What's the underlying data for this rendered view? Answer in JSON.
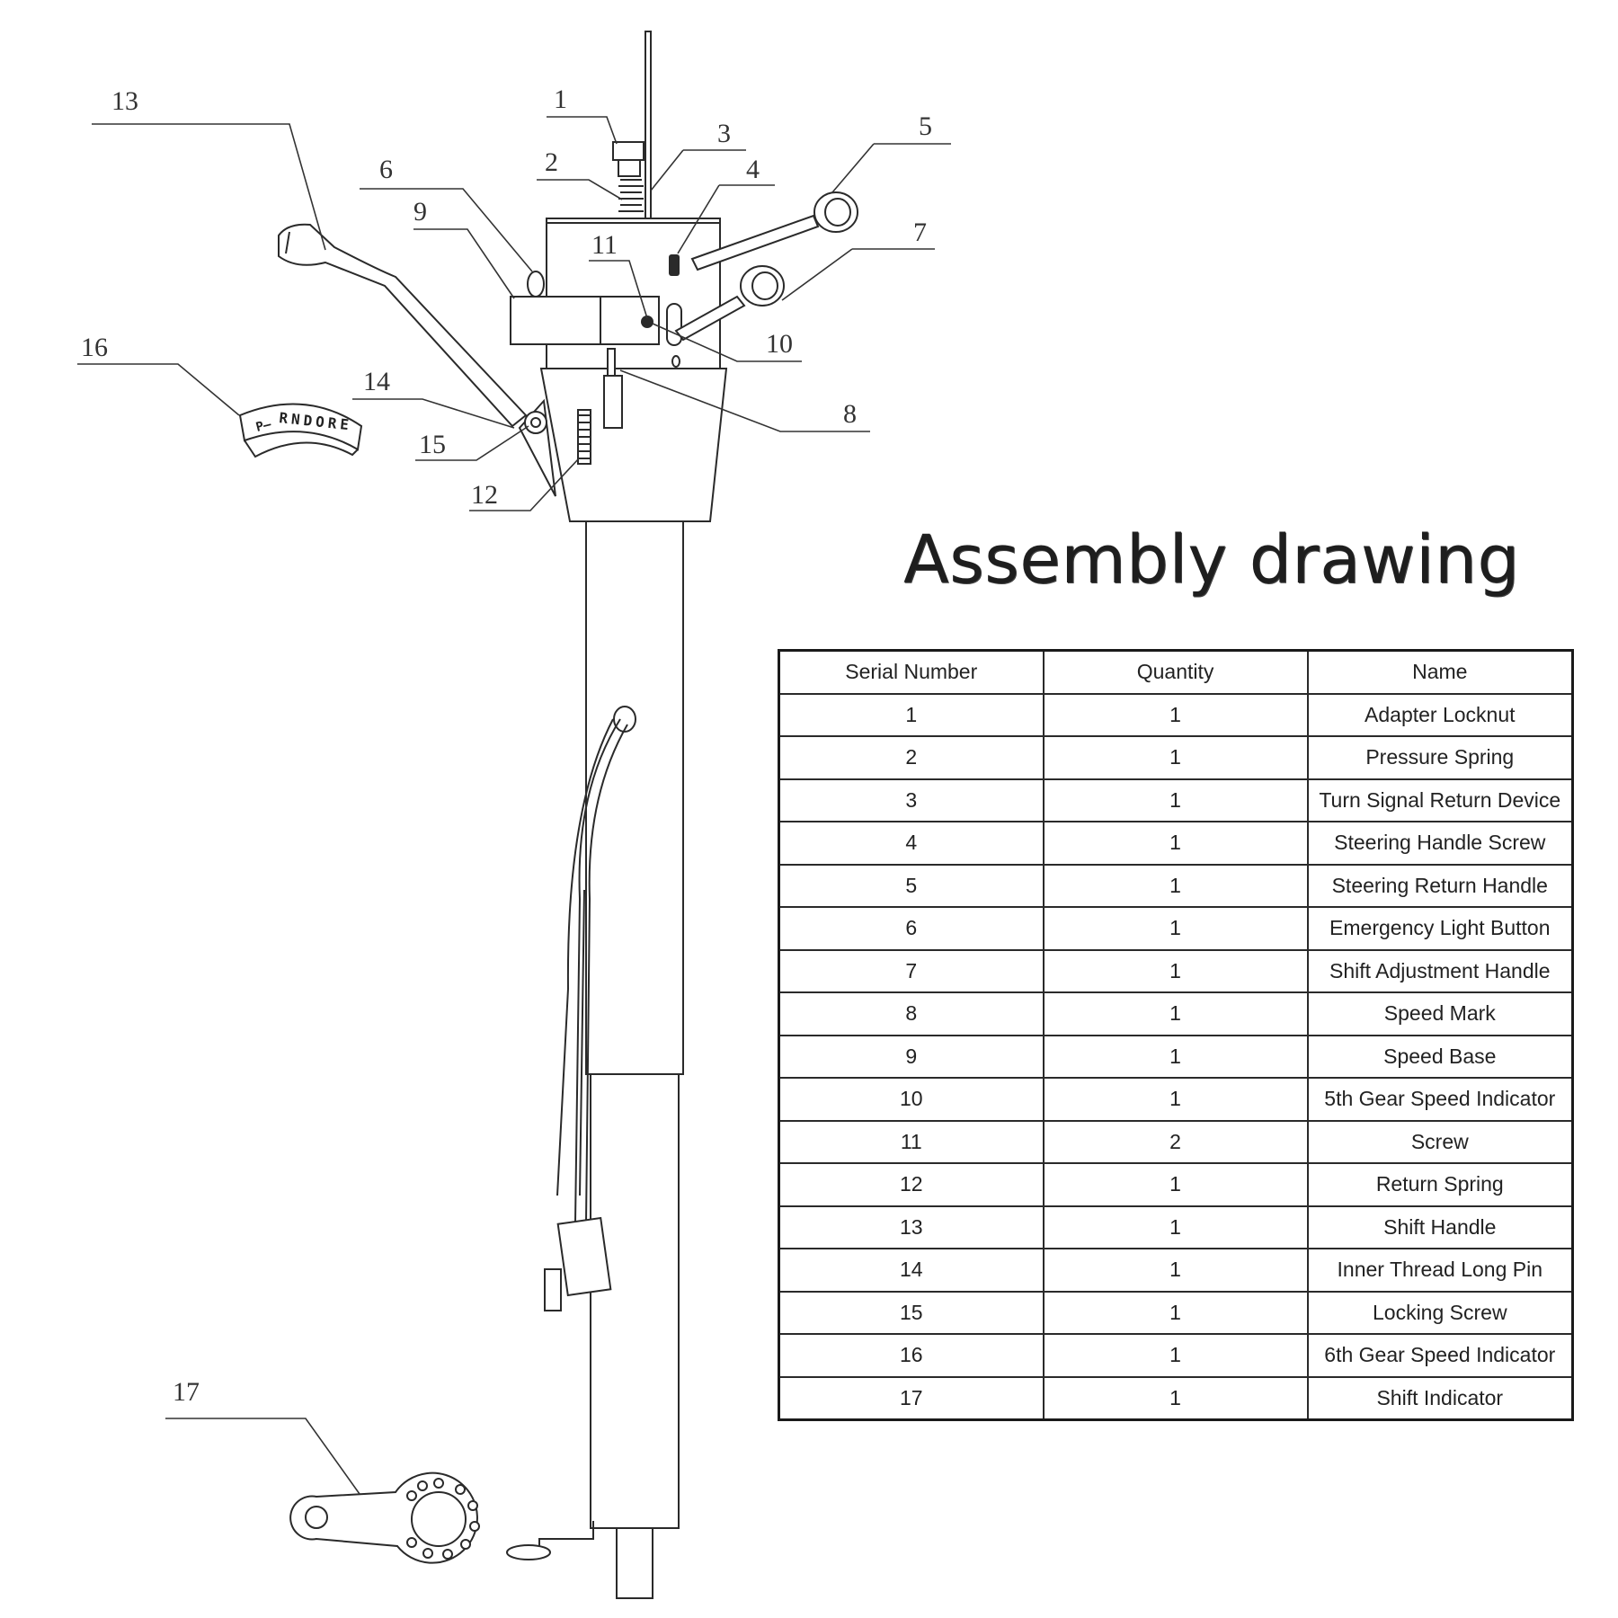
{
  "title": "Assembly drawing",
  "callouts": [
    "1",
    "2",
    "3",
    "4",
    "5",
    "6",
    "7",
    "8",
    "9",
    "10",
    "11",
    "12",
    "13",
    "14",
    "15",
    "16",
    "17"
  ],
  "indicator_plate_text": "RNDORE",
  "indicator_plate_prefix": "P—",
  "table": {
    "headers": [
      "Serial Number",
      "Quantity",
      "Name"
    ],
    "rows": [
      {
        "serial": "1",
        "quantity": "1",
        "name": "Adapter Locknut"
      },
      {
        "serial": "2",
        "quantity": "1",
        "name": "Pressure Spring"
      },
      {
        "serial": "3",
        "quantity": "1",
        "name": "Turn Signal Return Device"
      },
      {
        "serial": "4",
        "quantity": "1",
        "name": "Steering Handle Screw"
      },
      {
        "serial": "5",
        "quantity": "1",
        "name": "Steering Return Handle"
      },
      {
        "serial": "6",
        "quantity": "1",
        "name": "Emergency Light Button"
      },
      {
        "serial": "7",
        "quantity": "1",
        "name": "Shift Adjustment Handle"
      },
      {
        "serial": "8",
        "quantity": "1",
        "name": "Speed Mark"
      },
      {
        "serial": "9",
        "quantity": "1",
        "name": "Speed Base"
      },
      {
        "serial": "10",
        "quantity": "1",
        "name": "5th Gear Speed Indicator"
      },
      {
        "serial": "11",
        "quantity": "2",
        "name": "Screw"
      },
      {
        "serial": "12",
        "quantity": "1",
        "name": "Return Spring"
      },
      {
        "serial": "13",
        "quantity": "1",
        "name": "Shift Handle"
      },
      {
        "serial": "14",
        "quantity": "1",
        "name": "Inner Thread Long Pin"
      },
      {
        "serial": "15",
        "quantity": "1",
        "name": "Locking Screw"
      },
      {
        "serial": "16",
        "quantity": "1",
        "name": "6th Gear Speed Indicator"
      },
      {
        "serial": "17",
        "quantity": "1",
        "name": "Shift Indicator"
      }
    ]
  }
}
